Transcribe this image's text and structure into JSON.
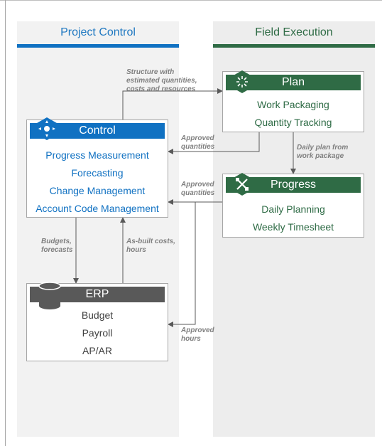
{
  "columns": {
    "left_title": "Project Control",
    "right_title": "Field Execution"
  },
  "boxes": {
    "control": {
      "title": "Control",
      "items": [
        "Progress Measurement",
        "Forecasting",
        "Change Management",
        "Account Code Management"
      ]
    },
    "plan": {
      "title": "Plan",
      "items": [
        "Work Packaging",
        "Quantity Tracking"
      ]
    },
    "progress": {
      "title": "Progress",
      "items": [
        "Daily Planning",
        "Weekly Timesheet"
      ]
    },
    "erp": {
      "title": "ERP",
      "items": [
        "Budget",
        "Payroll",
        "AP/AR"
      ]
    }
  },
  "arrows": {
    "structure": [
      "Structure with",
      "estimated quantities,",
      "costs and resources"
    ],
    "approved_quantities_1": [
      "Approved",
      "quantities"
    ],
    "daily_plan": [
      "Daily plan from",
      "work package"
    ],
    "approved_quantities_2": [
      "Approved",
      "quantities"
    ],
    "budgets": [
      "Budgets,",
      "forecasts"
    ],
    "as_built": [
      "As-built costs,",
      "hours"
    ],
    "approved_hours": [
      "Approved",
      "hours"
    ]
  },
  "colors": {
    "blue": "#1071c2",
    "green": "#2f6b45",
    "dark_gray": "#595959"
  },
  "icons": {
    "control": "compass-dial-icon",
    "plan": "sparkle-plan-icon",
    "progress": "tools-icon",
    "erp": "database-icon"
  }
}
